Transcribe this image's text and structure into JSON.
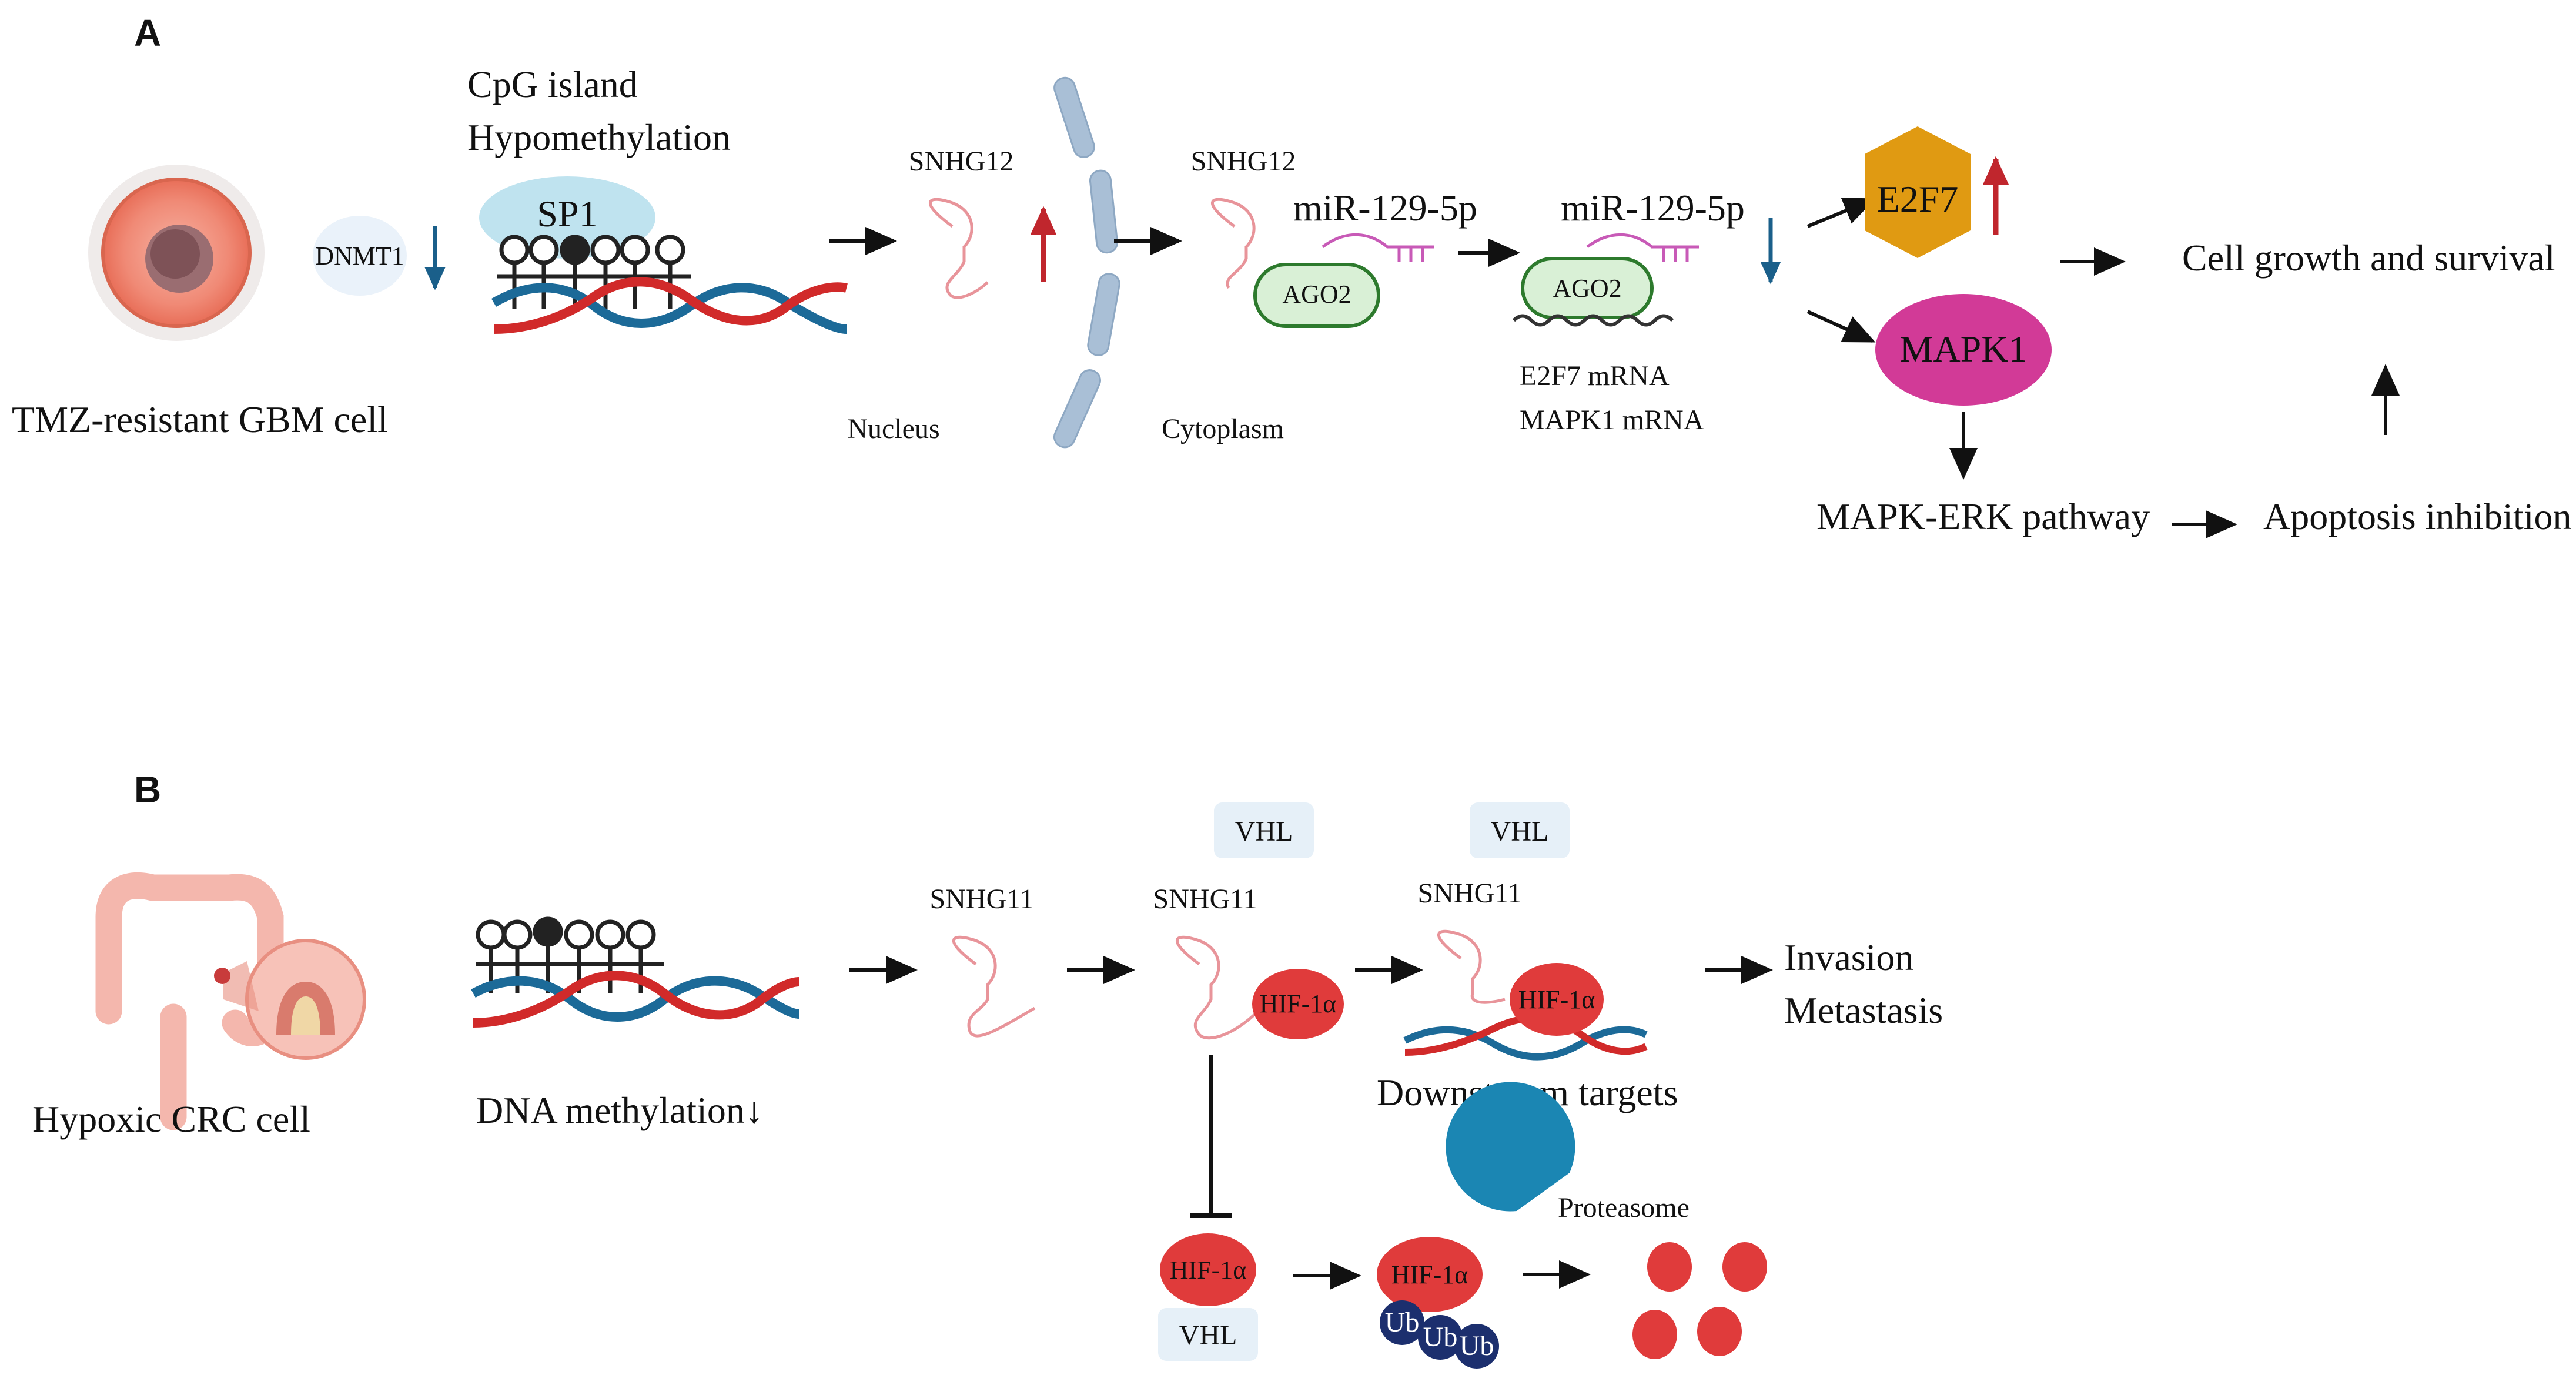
{
  "panel_a": {
    "letter": "A",
    "cell_label": "TMZ-resistant GBM cell",
    "dnmt1": "DNMT1",
    "cpg_line1": "CpG island",
    "cpg_line2": "Hypomethylation",
    "sp1": "SP1",
    "snhg12_nucleus": "SNHG12",
    "nucleus": "Nucleus",
    "snhg12_cyto": "SNHG12",
    "cytoplasm": "Cytoplasm",
    "mir_1": "miR-129-5p",
    "ago2_1": "AGO2",
    "mir_2": "miR-129-5p",
    "ago2_2": "AGO2",
    "mrna_1": "E2F7 mRNA",
    "mrna_2": "MAPK1 mRNA",
    "e2f7": "E2F7",
    "mapk1": "MAPK1",
    "growth": "Cell growth and survival",
    "mapk_erk": "MAPK-ERK pathway",
    "apoptosis": "Apoptosis inhibition"
  },
  "panel_b": {
    "letter": "B",
    "cell_label": "Hypoxic CRC cell",
    "dna_methylation": "DNA methylation↓",
    "snhg11_1": "SNHG11",
    "snhg11_2": "SNHG11",
    "snhg11_3": "SNHG11",
    "vhl_1": "VHL",
    "vhl_2": "VHL",
    "vhl_3": "VHL",
    "hif_1": "HIF-1α",
    "hif_2": "HIF-1α",
    "hif_3": "HIF-1α",
    "hif_4": "HIF-1α",
    "downstream": "Downstream targets",
    "invasion": "Invasion",
    "metastasis": "Metastasis",
    "proteasome": "Proteasome",
    "ub": "Ub"
  },
  "colors": {
    "up_arrow": "#c0262d",
    "down_arrow": "#1a5f8a",
    "e2f7": "#e09a12",
    "mapk1": "#d23a97",
    "hif": "#e03b3b",
    "ub": "#1c2f6e",
    "vhl_box": "#e6f0f8",
    "ago2_fill": "#d9f0d6",
    "ago2_stroke": "#2d7a2d",
    "sp1": "#bfe3ef",
    "mirna": "#c85ab7",
    "rna": "#e8949a",
    "dna_red": "#d12a2a",
    "dna_blue": "#1c6a98",
    "membrane": "#a9bfd6",
    "proteasome": "#1b86b3"
  }
}
